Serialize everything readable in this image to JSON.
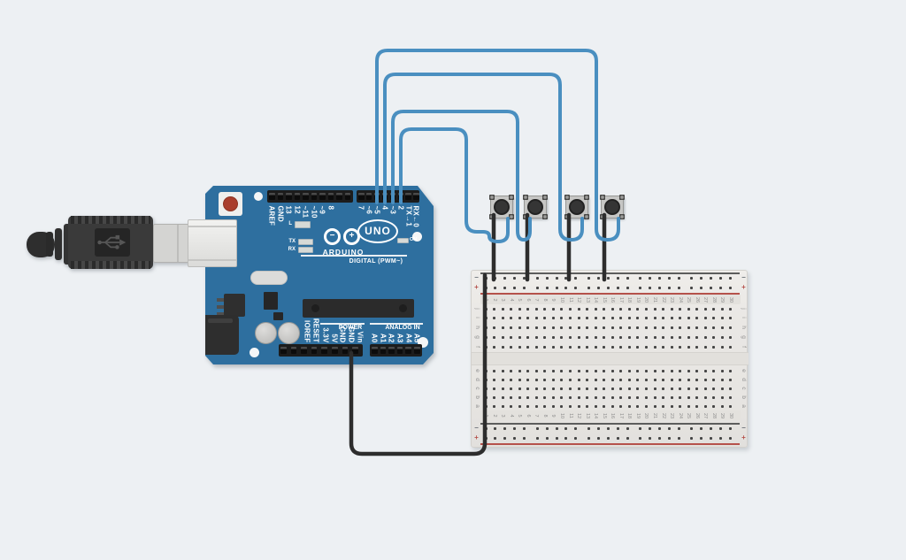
{
  "scene": {
    "background_color": "#edf0f3"
  },
  "arduino": {
    "brand": "ARDUINO",
    "model": "UNO",
    "digital_section_label": "DIGITAL (PWM~)",
    "power_section_label": "POWER",
    "analog_section_label": "ANALOG IN",
    "logo_minus": "−",
    "logo_plus": "+",
    "led_l": "L",
    "led_tx": "TX",
    "led_rx": "RX",
    "led_on": "ON",
    "digital_pins_left": [
      "AREF",
      "GND",
      "13",
      "12",
      "~11",
      "~10",
      "~9",
      "8"
    ],
    "digital_pins_right": [
      "7",
      "~6",
      "~5",
      "4",
      "~3",
      "2",
      "TX→1",
      "RX←0"
    ],
    "power_pins": [
      "IOREF",
      "RESET",
      "3.3V",
      "5V",
      "GND",
      "GND",
      "Vin"
    ],
    "analog_pins": [
      "A0",
      "A1",
      "A2",
      "A3",
      "A4",
      "A5"
    ],
    "board_color": "#2e6f9f"
  },
  "breadboard": {
    "columns": 30,
    "column_numbers": [
      "1",
      "2",
      "3",
      "4",
      "5",
      "6",
      "7",
      "8",
      "9",
      "10",
      "11",
      "12",
      "13",
      "14",
      "15",
      "16",
      "17",
      "18",
      "19",
      "20",
      "21",
      "22",
      "23",
      "24",
      "25",
      "26",
      "27",
      "28",
      "29",
      "30"
    ],
    "row_letters_top": [
      "j",
      "i",
      "h",
      "g",
      "f"
    ],
    "row_letters_bottom": [
      "e",
      "d",
      "c",
      "b",
      "a"
    ],
    "rail_minus_symbol": "−",
    "rail_plus_symbol": "+",
    "rail_plus_color": "#b5514b",
    "rail_minus_color": "#6b7077"
  },
  "pushbuttons": {
    "count": 4
  },
  "wires": {
    "signal_color": "#4a8fc0",
    "ground_color": "#2d2d2d",
    "connections": [
      {
        "from": "digital-pin-5",
        "to": "pushbutton-4"
      },
      {
        "from": "digital-pin-4",
        "to": "pushbutton-3"
      },
      {
        "from": "digital-pin-3",
        "to": "pushbutton-2"
      },
      {
        "from": "digital-pin-2",
        "to": "pushbutton-1"
      },
      {
        "from": "pushbutton-1",
        "to": "negative-rail"
      },
      {
        "from": "pushbutton-2",
        "to": "negative-rail"
      },
      {
        "from": "pushbutton-3",
        "to": "negative-rail"
      },
      {
        "from": "pushbutton-4",
        "to": "negative-rail"
      },
      {
        "from": "arduino-gnd",
        "to": "negative-rail"
      }
    ]
  }
}
